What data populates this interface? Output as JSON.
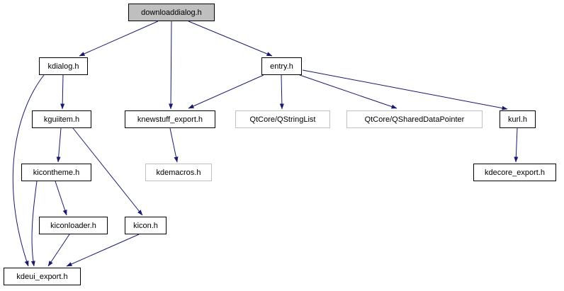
{
  "diagram": {
    "type": "include-dependency-graph",
    "root": "downloaddialog.h",
    "nodes": [
      {
        "label": "downloaddialog.h",
        "kind": "selected"
      },
      {
        "label": "kdialog.h",
        "kind": "normal"
      },
      {
        "label": "entry.h",
        "kind": "normal"
      },
      {
        "label": "kguiitem.h",
        "kind": "normal"
      },
      {
        "label": "knewstuff_export.h",
        "kind": "normal"
      },
      {
        "label": "QtCore/QStringList",
        "kind": "external"
      },
      {
        "label": "QtCore/QSharedDataPointer",
        "kind": "external"
      },
      {
        "label": "kurl.h",
        "kind": "normal"
      },
      {
        "label": "kdemacros.h",
        "kind": "external"
      },
      {
        "label": "kdecore_export.h",
        "kind": "normal"
      },
      {
        "label": "kicontheme.h",
        "kind": "normal"
      },
      {
        "label": "kiconloader.h",
        "kind": "normal"
      },
      {
        "label": "kicon.h",
        "kind": "normal"
      },
      {
        "label": "kdeui_export.h",
        "kind": "normal"
      }
    ],
    "edges": [
      [
        "downloaddialog.h",
        "kdialog.h"
      ],
      [
        "downloaddialog.h",
        "knewstuff_export.h"
      ],
      [
        "downloaddialog.h",
        "entry.h"
      ],
      [
        "kdialog.h",
        "kguiitem.h"
      ],
      [
        "kdialog.h",
        "kdeui_export.h"
      ],
      [
        "entry.h",
        "knewstuff_export.h"
      ],
      [
        "entry.h",
        "QtCore/QStringList"
      ],
      [
        "entry.h",
        "QtCore/QSharedDataPointer"
      ],
      [
        "entry.h",
        "kurl.h"
      ],
      [
        "knewstuff_export.h",
        "kdemacros.h"
      ],
      [
        "kurl.h",
        "kdecore_export.h"
      ],
      [
        "kguiitem.h",
        "kicontheme.h"
      ],
      [
        "kguiitem.h",
        "kicon.h"
      ],
      [
        "kicontheme.h",
        "kiconloader.h"
      ],
      [
        "kicontheme.h",
        "kdeui_export.h"
      ],
      [
        "kiconloader.h",
        "kdeui_export.h"
      ],
      [
        "kicon.h",
        "kdeui_export.h"
      ]
    ],
    "colors": {
      "edge": "#191970",
      "selected_fill": "#bfbfbf",
      "node_border": "#000000",
      "external_border": "#c0c0c0",
      "background": "#ffffff"
    }
  }
}
